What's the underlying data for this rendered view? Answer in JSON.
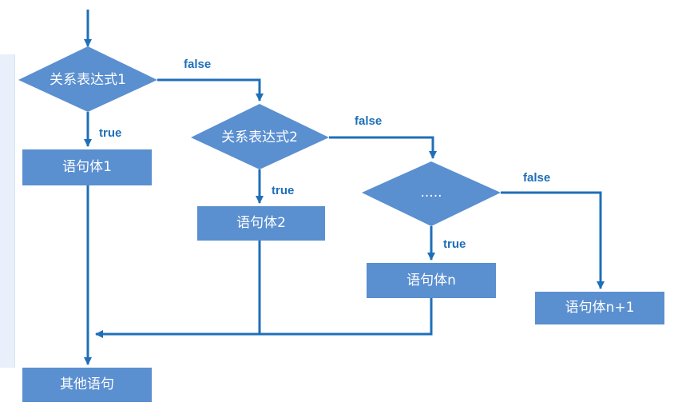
{
  "colors": {
    "node_fill": "#5a8fd0",
    "edge": "#1f6fb8",
    "label": "#1f6fb8",
    "side_panel": "#e9f0fb"
  },
  "nodes": {
    "cond1": "关系表达式1",
    "cond2": "关系表达式2",
    "cond3": ".....",
    "body1": "语句体1",
    "body2": "语句体2",
    "bodyn": "语句体n",
    "bodyn1": "语句体n+1",
    "other": "其他语句"
  },
  "edge_labels": {
    "c1_false": "false",
    "c1_true": "true",
    "c2_false": "false",
    "c2_true": "true",
    "c3_false": "false",
    "c3_true": "true"
  }
}
